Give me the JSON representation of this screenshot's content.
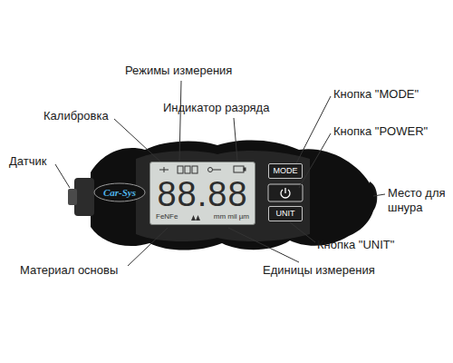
{
  "diagram": {
    "nodes": [
      {
        "text": [
          "88.88",
          "FeNFe",
          "mm mil µm"
        ]
      },
      {
        "text": [
          "MODE"
        ]
      },
      {
        "text": [
          "UNIT"
        ]
      }
    ],
    "labels": [
      "Режимы измерения",
      "Калибровка",
      "Индикатор разряда",
      "Кнопка \"MODE\"",
      "Кнопка \"POWER\"",
      "Датчик",
      "Место для шнура",
      "Кнопка \"UNIT\"",
      "Материал основы",
      "Единицы измерения",
      "Car-Sys"
    ]
  }
}
